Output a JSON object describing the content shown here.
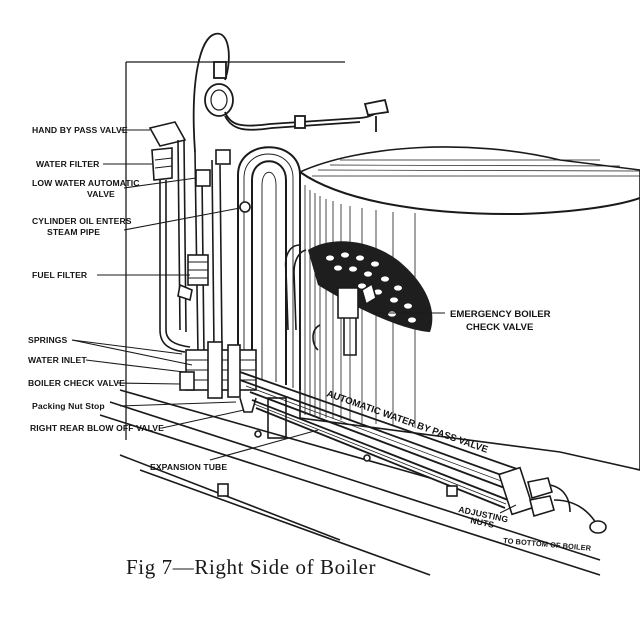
{
  "labels": {
    "hand_bypass_valve": "HAND BY PASS VALVE",
    "water_filter": "WATER FILTER",
    "low_water_line1": "LOW WATER AUTOMATIC",
    "low_water_line2": "VALVE",
    "cylinder_oil_line1": "CYLINDER OIL ENTERS",
    "cylinder_oil_line2": "STEAM PIPE",
    "fuel_filter": "FUEL FILTER",
    "springs": "SPRINGS",
    "water_inlet": "WATER INLET",
    "boiler_check_valve": "BOILER CHECK VALVE",
    "packing_nut_stop": "Packing Nut Stop",
    "right_rear_blow_off": "RIGHT REAR BLOW OFF VALVE",
    "expansion_tube": "EXPANSION TUBE",
    "emergency_line1": "EMERGENCY BOILER",
    "emergency_line2": "CHECK VALVE",
    "auto_bypass": "AUTOMATIC WATER BY PASS VALVE",
    "adjusting_line1": "ADJUSTING",
    "adjusting_line2": "NUTS",
    "to_bottom": "TO BOTTOM OF BOILER"
  },
  "caption": "Fig 7—Right Side of Boiler"
}
